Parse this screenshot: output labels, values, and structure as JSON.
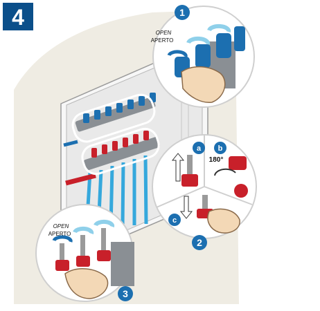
{
  "step": {
    "number": "4",
    "badge_color": "#0b4f8a"
  },
  "callouts": {
    "one": "1",
    "two": "2",
    "three": "3"
  },
  "sub_steps": {
    "a": "a",
    "b": "b",
    "c": "c"
  },
  "labels": {
    "open_en_top": "OPEN",
    "open_it_top": "APERTO",
    "open_en_bottom": "OPEN",
    "open_it_bottom": "APERTO",
    "rotation": "180°"
  },
  "colors": {
    "accent_blue": "#1c6fb0",
    "arrow_light_blue": "#8fd0ea",
    "valve_red": "#c8202a",
    "pipe_blue": "#35a8dc",
    "wall": "#efece3"
  },
  "icons": [
    "clockwise-arrow-icon",
    "counterclockwise-arrow-icon",
    "up-arrow-icon",
    "down-arrow-icon",
    "hand-icon"
  ]
}
